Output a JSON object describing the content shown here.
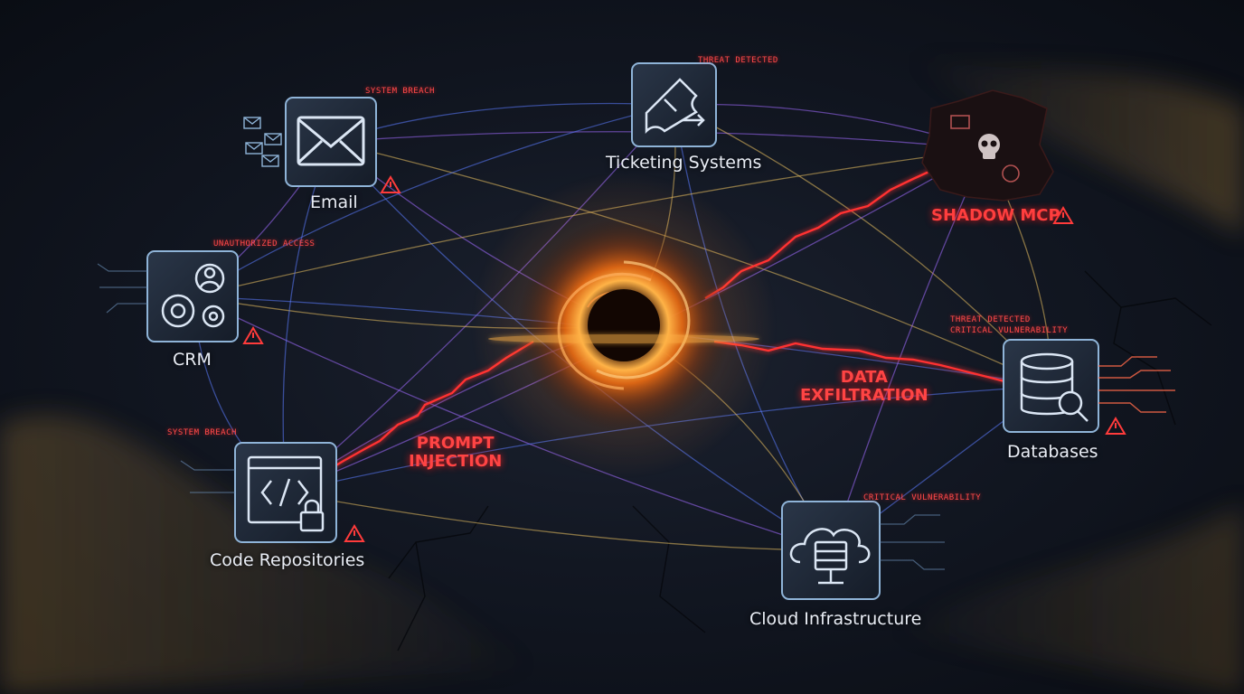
{
  "nodes": {
    "email": {
      "label": "Email",
      "alert": "SYSTEM BREACH"
    },
    "ticketing": {
      "label": "Ticketing Systems",
      "alert": "THREAT DETECTED"
    },
    "shadow_mcp": {
      "label": "SHADOW MCP"
    },
    "crm": {
      "label": "CRM",
      "alert": "UNAUTHORIZED ACCESS"
    },
    "databases": {
      "label": "Databases",
      "alert_1": "THREAT DETECTED",
      "alert_2": "CRITICAL VULNERABILITY"
    },
    "code_repositories": {
      "label": "Code Repositories",
      "alert": "SYSTEM BREACH"
    },
    "cloud_infrastructure": {
      "label": "Cloud Infrastructure",
      "alert": "CRITICAL VULNERABILITY"
    }
  },
  "threats": {
    "prompt_injection": {
      "line1": "PROMPT",
      "line2": "INJECTION"
    },
    "data_exfiltration": {
      "line1": "DATA",
      "line2": "EXFILTRATION"
    }
  },
  "icons": {
    "email": "envelope-icon",
    "ticketing": "ticket-icon",
    "shadow_mcp": "skull-icon",
    "crm": "gears-user-icon",
    "databases": "database-search-icon",
    "code_repositories": "code-lock-icon",
    "cloud_infrastructure": "cloud-server-icon",
    "warning": "warning-triangle-icon"
  },
  "colors": {
    "background": "#0f141d",
    "core_glow": "#ff9a2e",
    "threat_red": "#ff3b3b",
    "node_frame": "#8fb4d8",
    "connection_blue": "#5b7cff",
    "connection_purple": "#a06cff",
    "connection_gold": "#e8c060"
  }
}
